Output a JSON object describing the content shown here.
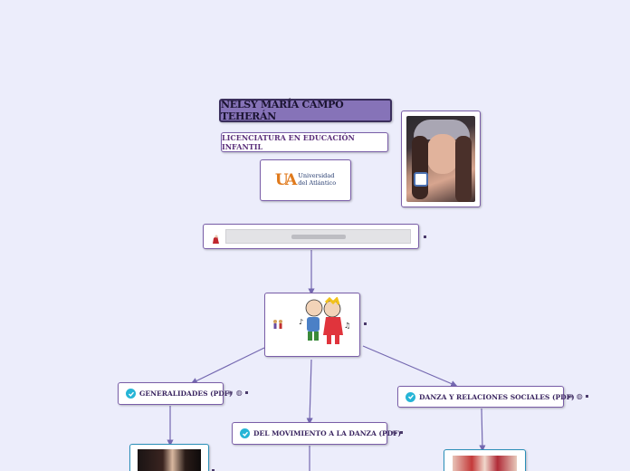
{
  "colors": {
    "background": "#ecedfb",
    "title_fill": "#8673b8",
    "border": "#7a5ea8",
    "connector": "#7468b0",
    "check": "#26b5d6"
  },
  "header": {
    "name": "NELSY MARÍA CAMPO TEHERÁN",
    "career": "LICENCIATURA EN EDUCACIÓN INFANTIL",
    "university_logo": {
      "monogram": "UA",
      "line1": "Universidad",
      "line2": "del Atlántico"
    }
  },
  "video_node": {
    "icon": "hat-icon"
  },
  "center_node": {
    "icon": "dancing-couple-image"
  },
  "topics": [
    {
      "label": "GENERALIDADES (PDF)"
    },
    {
      "label": "DEL MOVIMIENTO A LA DANZA (PDF)"
    },
    {
      "label": "DANZA Y RELACIONES SOCIALES (PDF)"
    }
  ]
}
